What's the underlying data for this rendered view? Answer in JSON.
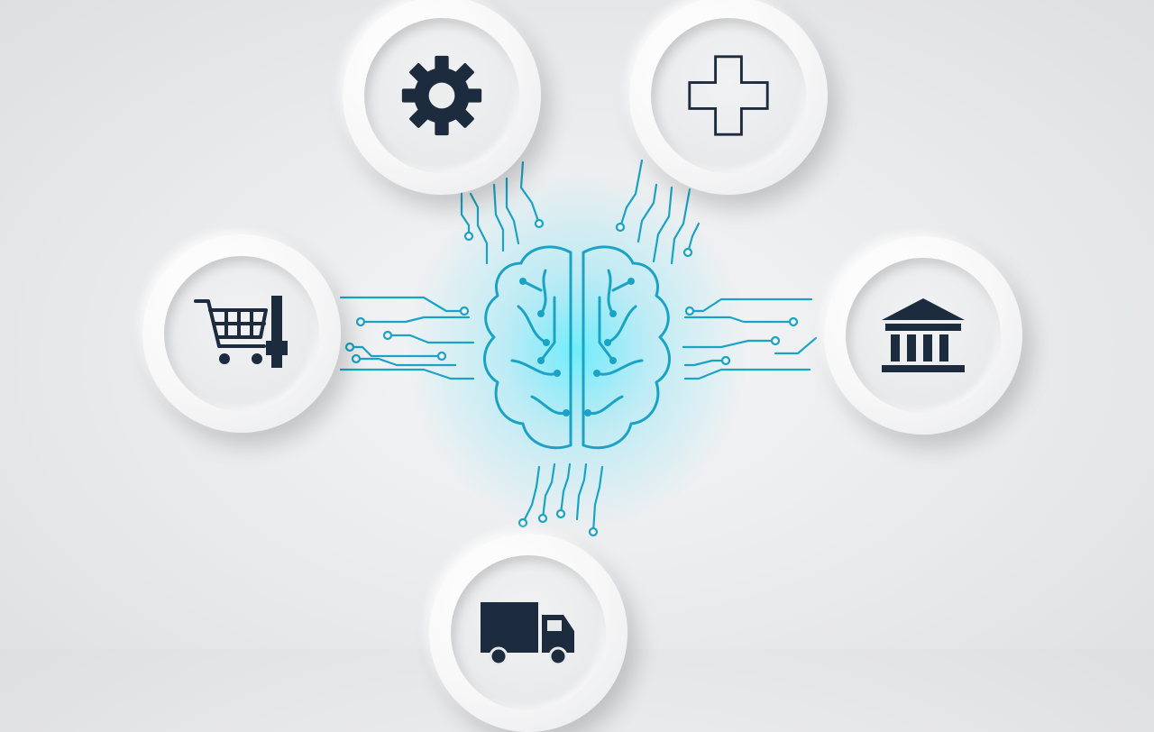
{
  "colors": {
    "background": "#e9eaec",
    "circuit": "#1aa3c4",
    "brain_glow": "#00d8ff",
    "icon": "#1c2b3d"
  },
  "center": {
    "icon": "brain-circuit-icon"
  },
  "nodes": [
    {
      "id": "gear",
      "icon": "gear-icon"
    },
    {
      "id": "health",
      "icon": "medical-cross-icon"
    },
    {
      "id": "cart",
      "icon": "shopping-cart-icon"
    },
    {
      "id": "bank",
      "icon": "bank-building-icon"
    },
    {
      "id": "truck",
      "icon": "delivery-truck-icon"
    }
  ]
}
